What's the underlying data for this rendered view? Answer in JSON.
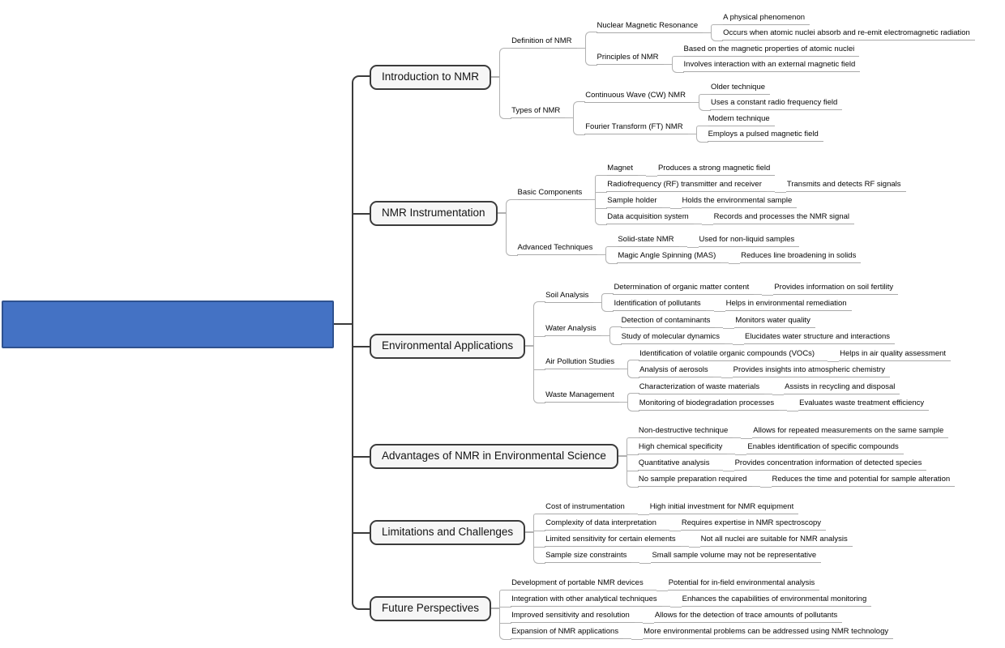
{
  "diagram_type": "mindmap",
  "root": {
    "label": ""
  },
  "colors": {
    "background": "#ffffff",
    "root_fill": "#4472C4",
    "root_border": "#2F528F",
    "topic_fill": "#f6f6f6",
    "topic_border": "#3b3b3b",
    "primary_line": "#3b3b3b",
    "secondary_line": "#b1b1b1",
    "underline": "#a9a9a9"
  },
  "branches": [
    {
      "label": "Introduction to NMR",
      "children": [
        {
          "label": "Definition of NMR",
          "children": [
            {
              "label": "Nuclear Magnetic Resonance",
              "children": [
                {
                  "label": "A physical phenomenon"
                },
                {
                  "label": "Occurs when atomic nuclei absorb and re-emit electromagnetic radiation"
                }
              ]
            },
            {
              "label": "Principles of NMR",
              "children": [
                {
                  "label": "Based on the magnetic properties of atomic nuclei"
                },
                {
                  "label": "Involves interaction with an external magnetic field"
                }
              ]
            }
          ]
        },
        {
          "label": "Types of NMR",
          "children": [
            {
              "label": "Continuous Wave (CW) NMR",
              "children": [
                {
                  "label": "Older technique"
                },
                {
                  "label": "Uses a constant radio frequency field"
                }
              ]
            },
            {
              "label": "Fourier Transform (FT) NMR",
              "children": [
                {
                  "label": "Modern technique"
                },
                {
                  "label": "Employs a pulsed magnetic field"
                }
              ]
            }
          ]
        }
      ]
    },
    {
      "label": "NMR Instrumentation",
      "children": [
        {
          "label": "Basic Components",
          "children": [
            {
              "label": "Magnet",
              "children": [
                {
                  "label": "Produces a strong magnetic field"
                }
              ]
            },
            {
              "label": "Radiofrequency (RF) transmitter and receiver",
              "children": [
                {
                  "label": "Transmits and detects RF signals"
                }
              ]
            },
            {
              "label": "Sample holder",
              "children": [
                {
                  "label": "Holds the environmental sample"
                }
              ]
            },
            {
              "label": "Data acquisition system",
              "children": [
                {
                  "label": "Records and processes the NMR signal"
                }
              ]
            }
          ]
        },
        {
          "label": "Advanced Techniques",
          "children": [
            {
              "label": "Solid-state NMR",
              "children": [
                {
                  "label": "Used for non-liquid samples"
                }
              ]
            },
            {
              "label": "Magic Angle Spinning (MAS)",
              "children": [
                {
                  "label": "Reduces line broadening in solids"
                }
              ]
            }
          ]
        }
      ]
    },
    {
      "label": "Environmental Applications",
      "children": [
        {
          "label": "Soil Analysis",
          "children": [
            {
              "label": "Determination of organic matter content",
              "children": [
                {
                  "label": "Provides information on soil fertility"
                }
              ]
            },
            {
              "label": "Identification of pollutants",
              "children": [
                {
                  "label": "Helps in environmental remediation"
                }
              ]
            }
          ]
        },
        {
          "label": "Water Analysis",
          "children": [
            {
              "label": "Detection of contaminants",
              "children": [
                {
                  "label": "Monitors water quality"
                }
              ]
            },
            {
              "label": "Study of molecular dynamics",
              "children": [
                {
                  "label": "Elucidates water structure and interactions"
                }
              ]
            }
          ]
        },
        {
          "label": "Air Pollution Studies",
          "children": [
            {
              "label": "Identification of volatile organic compounds (VOCs)",
              "children": [
                {
                  "label": "Helps in air quality assessment"
                }
              ]
            },
            {
              "label": "Analysis of aerosols",
              "children": [
                {
                  "label": "Provides insights into atmospheric chemistry"
                }
              ]
            }
          ]
        },
        {
          "label": "Waste Management",
          "children": [
            {
              "label": "Characterization of waste materials",
              "children": [
                {
                  "label": "Assists in recycling and disposal"
                }
              ]
            },
            {
              "label": "Monitoring of biodegradation processes",
              "children": [
                {
                  "label": "Evaluates waste treatment efficiency"
                }
              ]
            }
          ]
        }
      ]
    },
    {
      "label": "Advantages of NMR in Environmental Science",
      "children": [
        {
          "label": "Non-destructive technique",
          "children": [
            {
              "label": "Allows for repeated measurements on the same sample"
            }
          ]
        },
        {
          "label": "High chemical specificity",
          "children": [
            {
              "label": "Enables identification of specific compounds"
            }
          ]
        },
        {
          "label": "Quantitative analysis",
          "children": [
            {
              "label": "Provides concentration information of detected species"
            }
          ]
        },
        {
          "label": "No sample preparation required",
          "children": [
            {
              "label": "Reduces the time and potential for sample alteration"
            }
          ]
        }
      ]
    },
    {
      "label": "Limitations and Challenges",
      "children": [
        {
          "label": "Cost of instrumentation",
          "children": [
            {
              "label": "High initial investment for NMR equipment"
            }
          ]
        },
        {
          "label": "Complexity of data interpretation",
          "children": [
            {
              "label": "Requires expertise in NMR spectroscopy"
            }
          ]
        },
        {
          "label": "Limited sensitivity for certain elements",
          "children": [
            {
              "label": "Not all nuclei are suitable for NMR analysis"
            }
          ]
        },
        {
          "label": "Sample size constraints",
          "children": [
            {
              "label": "Small sample volume may not be representative"
            }
          ]
        }
      ]
    },
    {
      "label": "Future Perspectives",
      "children": [
        {
          "label": "Development of portable NMR devices",
          "children": [
            {
              "label": "Potential for in-field environmental analysis"
            }
          ]
        },
        {
          "label": "Integration with other analytical techniques",
          "children": [
            {
              "label": "Enhances the capabilities of environmental monitoring"
            }
          ]
        },
        {
          "label": "Improved sensitivity and resolution",
          "children": [
            {
              "label": "Allows for the detection of trace amounts of pollutants"
            }
          ]
        },
        {
          "label": "Expansion of NMR applications",
          "children": [
            {
              "label": "More environmental problems can be addressed using NMR technology"
            }
          ]
        }
      ]
    }
  ]
}
